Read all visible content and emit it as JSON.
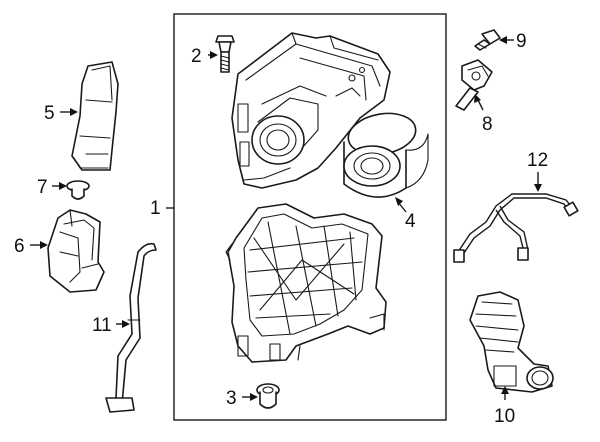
{
  "callouts": [
    {
      "number": "1",
      "part": "air-cleaner-assembly"
    },
    {
      "number": "2",
      "part": "bolt"
    },
    {
      "number": "3",
      "part": "grommet"
    },
    {
      "number": "4",
      "part": "air-filter-element"
    },
    {
      "number": "5",
      "part": "inlet-duct"
    },
    {
      "number": "6",
      "part": "resonator"
    },
    {
      "number": "7",
      "part": "push-pin"
    },
    {
      "number": "8",
      "part": "sensor"
    },
    {
      "number": "9",
      "part": "screw"
    },
    {
      "number": "10",
      "part": "outlet-tube"
    },
    {
      "number": "11",
      "part": "drain-tube"
    },
    {
      "number": "12",
      "part": "vent-hose"
    }
  ]
}
